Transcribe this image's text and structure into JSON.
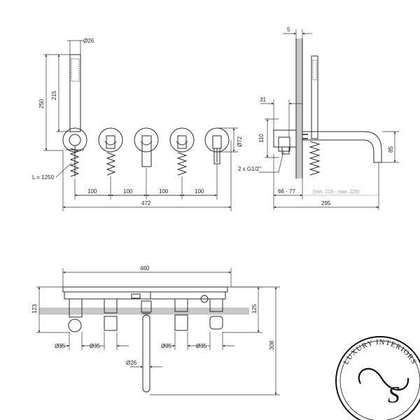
{
  "front_view": {
    "hand_shower_diameter": "Ø26",
    "height_250": "250",
    "height_215": "215",
    "hose_length": "L = 1250",
    "spacings": [
      "100",
      "100",
      "100",
      "100"
    ],
    "total_width": "472",
    "rosette_diameter": "Ø72"
  },
  "side_view": {
    "wall_offset": "5",
    "depth_31": "31",
    "height_110": "110",
    "connection": "2 x G1/2\"",
    "spout_height": "85",
    "install_depth": "66 - 77",
    "spout_range": "(min. 218 - max. 229)",
    "total_projection": "295"
  },
  "top_view": {
    "plate_width": "460",
    "depth_123": "123",
    "depth_125": "125",
    "depth_308": "308",
    "pipe_diameters": [
      "Ø35",
      "Ø35",
      "Ø35",
      "Ø35"
    ],
    "spout_pipe_diameter": "Ø26"
  },
  "logo": {
    "brand_text": "LUXURY INTERIORS",
    "monogram": "S"
  }
}
